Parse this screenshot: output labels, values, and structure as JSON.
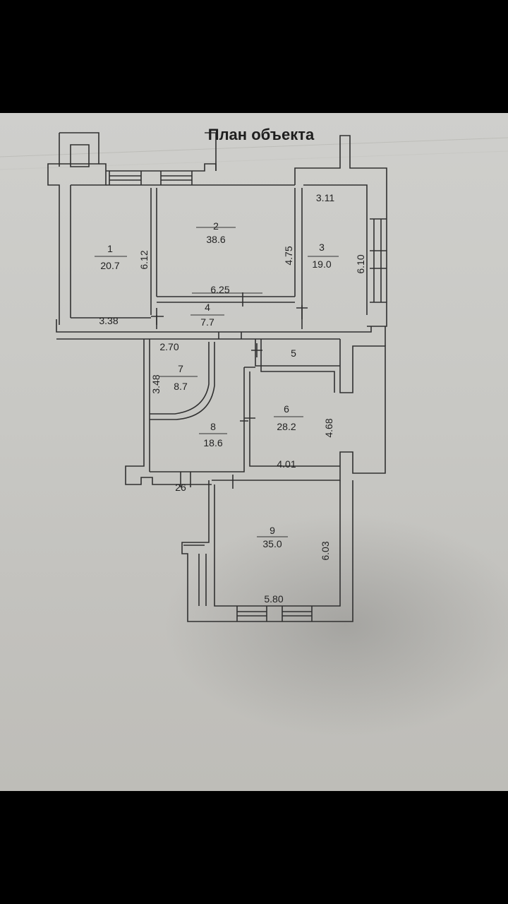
{
  "plan": {
    "title": "План объекта",
    "rooms": [
      {
        "number": "1",
        "area": "20.7"
      },
      {
        "number": "2",
        "area": "38.6"
      },
      {
        "number": "3",
        "area": "19.0"
      },
      {
        "number": "4",
        "area": "7.7"
      },
      {
        "number": "5",
        "area": ""
      },
      {
        "number": "6",
        "area": "28.2"
      },
      {
        "number": "7",
        "area": "8.7"
      },
      {
        "number": "8",
        "area": "18.6"
      },
      {
        "number": "9",
        "area": "35.0"
      }
    ],
    "dimensions": {
      "room1_height": "6.12",
      "room1_width": "3.38",
      "room2_height": "4.75",
      "room2_width": "6.25",
      "room3_width": "3.11",
      "room3_height": "6.10",
      "room7_width": "2.70",
      "room7_height": "3.48",
      "room6_height": "4.68",
      "room6_width": "4.01",
      "stair_width": "26",
      "room9_height": "6.03",
      "room9_width": "5.80"
    }
  }
}
